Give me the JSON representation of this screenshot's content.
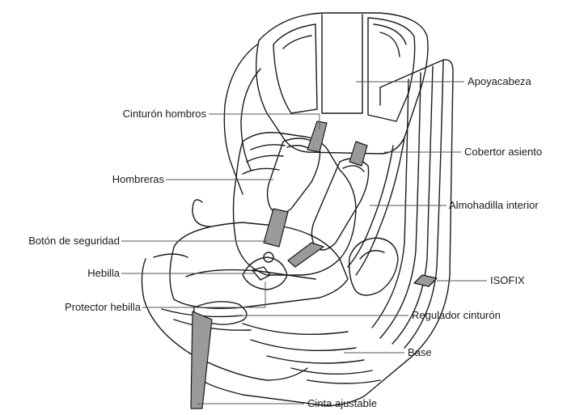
{
  "labels": {
    "headrest": "Apoyacabeza",
    "shoulder_belt": "Cinturón hombros",
    "seat_cover": "Cobertor asiento",
    "shoulder_pads": "Hombreras",
    "inner_cushion": "Almohadilla interior",
    "safety_button": "Botón de seguridad",
    "buckle": "Hebilla",
    "isofix": "ISOFIX",
    "buckle_protector": "Protector hebilla",
    "belt_adjuster": "Regulador cinturón",
    "base": "Base",
    "adjustable_strap": "Cinta ajustable"
  },
  "colors": {
    "outline": "#1a1a1a",
    "belt": "#9a9a9a",
    "leader": "#555555"
  }
}
